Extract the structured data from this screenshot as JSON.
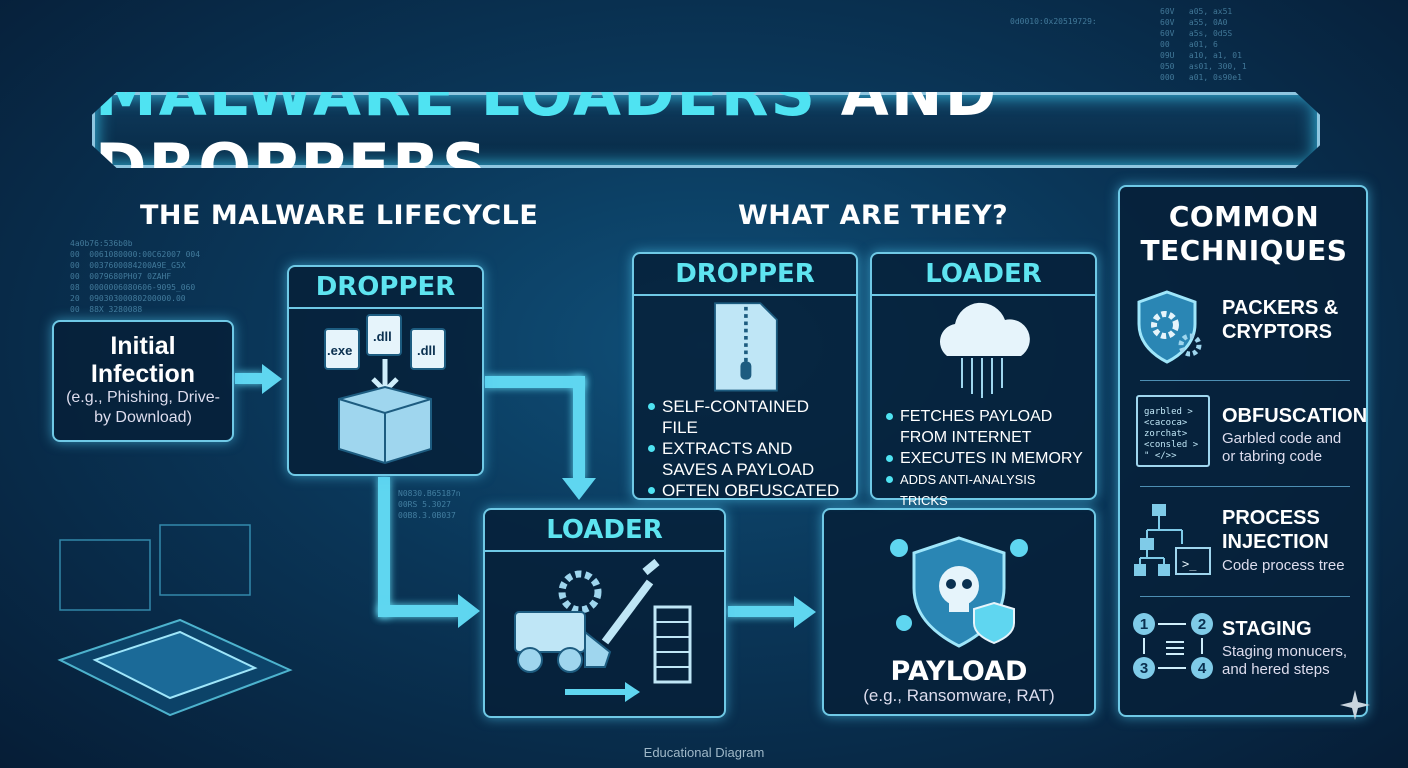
{
  "title": {
    "part1": "MALWARE LOADERS",
    "part2": "AND DROPPERS"
  },
  "lifecycle": {
    "heading": "THE MALWARE LIFECYCLE",
    "initial": {
      "title1": "Initial",
      "title2": "Infection",
      "desc": "(e.g., Phishing, Drive-by Download)"
    },
    "dropper": {
      "label": "DROPPER",
      "files": [
        ".exe",
        ".dll",
        ".dll"
      ]
    },
    "loader": {
      "label": "LOADER"
    },
    "payload": {
      "label": "PAYLOAD",
      "desc": "(e.g., Ransomware, RAT)"
    }
  },
  "what": {
    "heading": "WHAT ARE THEY?",
    "dropper": {
      "label": "DROPPER",
      "bullets": [
        "SELF-CONTAINED FILE",
        "EXTRACTS AND SAVES A PAYLOAD",
        "OFTEN OBFUSCATED"
      ]
    },
    "loader": {
      "label": "LOADER",
      "bullets": [
        "FETCHES PAYLOAD FROM INTERNET",
        "EXECUTES IN MEMORY",
        "ADDS ANTI-ANALYSIS TRICKS"
      ]
    }
  },
  "techniques": {
    "heading1": "COMMON",
    "heading2": "TECHNIQUES",
    "items": [
      {
        "title1": "PACKERS &",
        "title2": "CRYPTORS",
        "icon": "gear-shield-icon"
      },
      {
        "title1": "OBFUSCATION",
        "desc1": "Garbled code and",
        "desc2": "or tabring code",
        "icon": "garbled-code-icon",
        "code": [
          "garbled >",
          "<cacoca>",
          "zorchat>",
          "<consled >",
          "\" </>>"
        ]
      },
      {
        "title1": "PROCESS",
        "title2": "INJECTION",
        "desc1": "Code process tree",
        "icon": "process-tree-icon"
      },
      {
        "title1": "STAGING",
        "desc1": "Staging monucers,",
        "desc2": "and hered steps",
        "icon": "staging-steps-icon",
        "steps": [
          "1",
          "2",
          "3",
          "4"
        ]
      }
    ]
  },
  "footer": "Educational Diagram",
  "colors": {
    "accent": "#4fe3f2",
    "border": "#6fc9e6",
    "background": "#0a3658"
  }
}
